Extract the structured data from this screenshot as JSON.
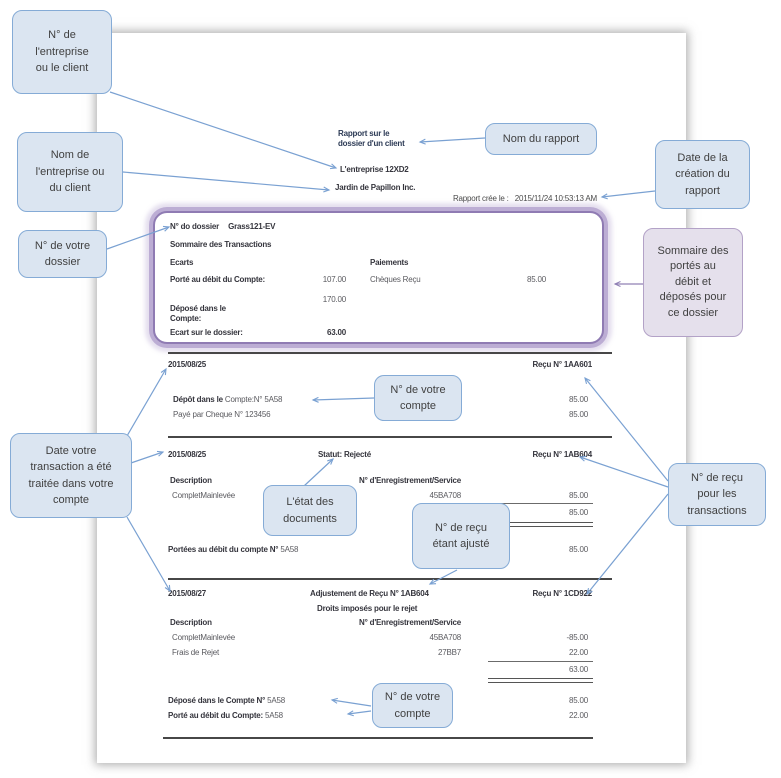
{
  "colors": {
    "callout_fill": "#dbe5f1",
    "callout_border": "#85abd6",
    "purple_callout_fill": "#e5e0ec",
    "purple_callout_border": "#b3a2c7",
    "arrow_blue": "#7aa1d2",
    "arrow_purple": "#9080b5",
    "summary_box_glow": "#b2a1cd"
  },
  "callouts": {
    "company_number": "N° de\nl'entreprise\nou le client",
    "company_name": "Nom de\nl'entreprise ou\ndu client",
    "dossier_number": "N° de votre\ndossier",
    "report_name": "Nom du rapport",
    "report_date": "Date de la\ncréation du\nrapport",
    "summary": "Sommaire des\nportés au\ndébit et\ndéposés  pour\nce dossier",
    "account_top": "N° de votre\ncompte",
    "transaction_date": "Date votre\ntransaction a été\ntraitée dans votre\ncompte",
    "doc_state": "L'état des\ndocuments",
    "adjusted_receipt": "N° de reçu\nétant ajusté",
    "receipt_numbers": "N° de reçu\npour les\ntransactions",
    "account_bottom": "N° de votre\ncompte"
  },
  "report": {
    "title": "Rapport sur le\ndossier d'un client",
    "company_no": "L'entreprise 12XD2",
    "company_name": "Jardin de Papillon Inc.",
    "created_label": "Rapport crée le :",
    "created_datetime": "2015/11/24 10:53:13 AM",
    "summary": {
      "dossier_label": "N° do dossier",
      "dossier_no": "Grass121-EV",
      "title": "Sommaire des Transactions",
      "ecarts_header": "Ecarts",
      "paiements_header": "Paiements",
      "debit_label": "Porté au débit du Compte:",
      "debit_value": "107.00",
      "paiement_label": "Chèques Reçu",
      "paiement_value": "85.00",
      "deposit_label": "Déposé dans le Compte:",
      "deposit_value": "170.00",
      "ecart_label": "Ecart sur le dossier:",
      "ecart_value": "63.00"
    },
    "sections": [
      {
        "date": "2015/08/25",
        "receipt": "Reçu N° 1AA601",
        "rows": [
          {
            "label_bold": "Dépôt dans le ",
            "label": "Compte:N° 5A58",
            "amount": "85.00"
          },
          {
            "label_bold": "",
            "label": "Payé par Cheque N° 123456",
            "amount": "85.00"
          }
        ]
      },
      {
        "date": "2015/08/25",
        "status": "Statut: Rejecté",
        "receipt": "Reçu N° 1AB604",
        "desc_header": "Description",
        "service_header": "N° d'Enregistrement/Service",
        "rows": [
          {
            "desc": "CompletMainlevée",
            "service": "45BA708",
            "amount": "85.00"
          }
        ],
        "subtotal": "85.00",
        "debit_label_bold": "Portées au débit du compte N°",
        "debit_label": " 5A58",
        "debit_amount": "85.00"
      },
      {
        "date": "2015/08/27",
        "adjustment": "Adjustement de Reçu N° 1AB604",
        "receipt": "Reçu N° 1CD922",
        "subtitle": "Droits imposés pour le rejet",
        "desc_header": "Description",
        "service_header": "N° d'Enregistrement/Service",
        "rows": [
          {
            "desc": "CompletMainlevée",
            "service": "45BA708",
            "amount": "-85.00"
          },
          {
            "desc": "Frais de Rejet",
            "service": "27BB7",
            "amount": "22.00"
          }
        ],
        "total": "63.00"
      }
    ],
    "footer": {
      "deposit_label_bold": "Déposé dans le Compte N°",
      "deposit_label": " 5A58",
      "deposit_amount": "85.00",
      "debit_label_bold": "Porté au débit du Compte:",
      "debit_label": " 5A58",
      "debit_amount": "22.00"
    }
  }
}
